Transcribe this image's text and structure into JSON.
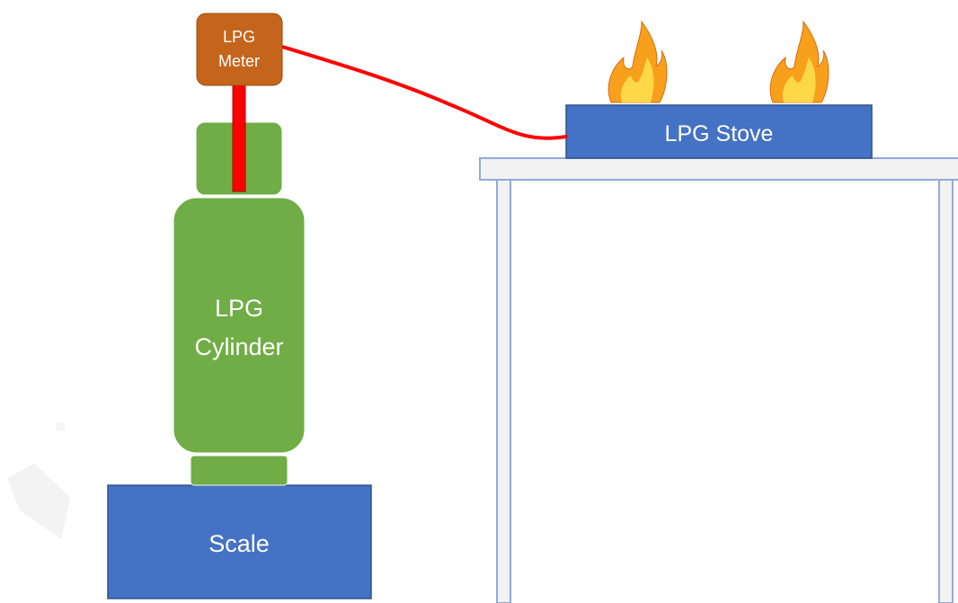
{
  "labels": {
    "meter_line1": "LPG",
    "meter_line2": "Meter",
    "cylinder_line1": "LPG",
    "cylinder_line2": "Cylinder",
    "scale": "Scale",
    "stove": "LPG Stove"
  },
  "colors": {
    "meter": "#c5651c",
    "cylinder": "#70ad47",
    "blue_box": "#4472c4",
    "pipe": "#ff0000",
    "table_fill": "#f2f2f2",
    "table_stroke": "#8faadc",
    "flame_outer": "#f8a01c",
    "flame_inner": "#ffd84a"
  },
  "icons": [
    "flame-icon",
    "flame-icon"
  ]
}
